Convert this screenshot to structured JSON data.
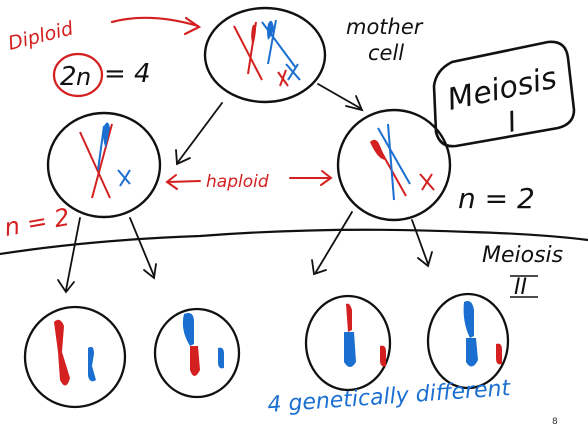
{
  "labels": {
    "diploid": "Diploid",
    "two_n_prefix": "2",
    "two_n_circled": "n",
    "two_n_value": "= 4",
    "mother_line1": "mother",
    "mother_line2": "cell",
    "meiosis1_line1": "Meiosis",
    "meiosis1_line2": "I",
    "haploid": "haploid",
    "n2_left": "n = 2",
    "n2_right": "n = 2",
    "meiosis2_line1": "Meiosis",
    "meiosis2_line2": "II",
    "four_genetically_different": "4 genetically different",
    "page_number": "8"
  },
  "colors": {
    "ink": "#111111",
    "red": "#d42020",
    "blue": "#1a6fd0"
  }
}
